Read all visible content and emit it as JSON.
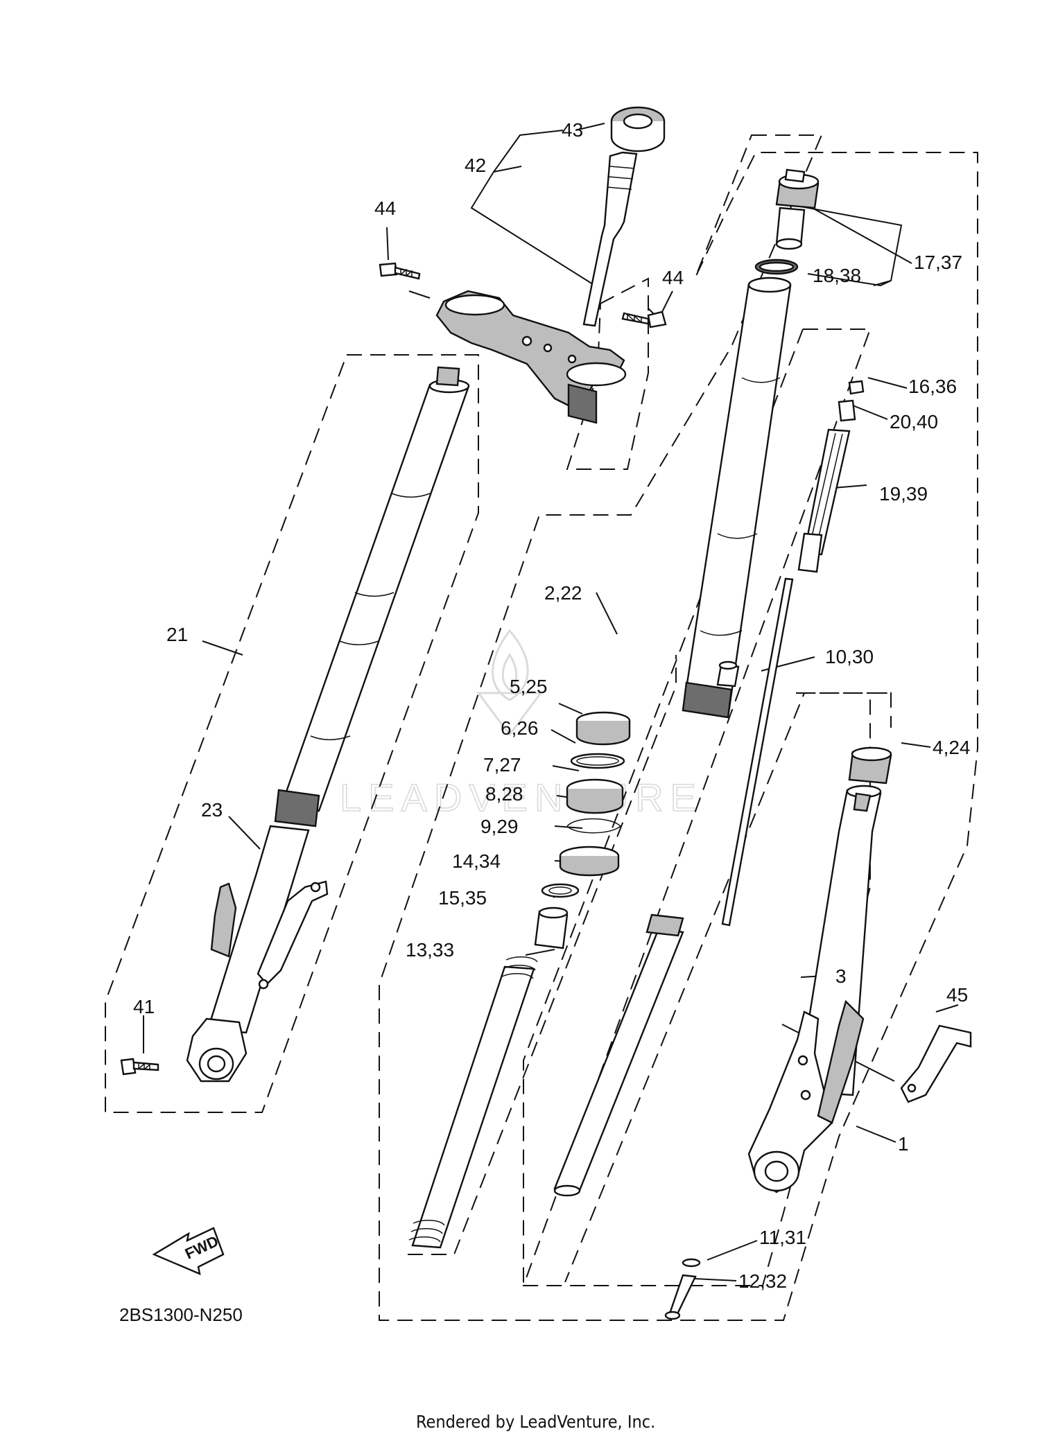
{
  "diagram": {
    "code": "2BS1300-N250",
    "fwd_label": "FWD",
    "watermark": "LEADVENTURE",
    "footer": "Rendered by LeadVenture, Inc.",
    "callouts": {
      "c1": "1",
      "c2_22": "2,22",
      "c3": "3",
      "c4_24": "4,24",
      "c5_25": "5,25",
      "c6_26": "6,26",
      "c7_27": "7,27",
      "c8_28": "8,28",
      "c9_29": "9,29",
      "c10_30": "10,30",
      "c11_31": "11,31",
      "c12_32": "12,32",
      "c13_33": "13,33",
      "c14_34": "14,34",
      "c15_35": "15,35",
      "c16_36": "16,36",
      "c17_37": "17,37",
      "c18_38": "18,38",
      "c19_39": "19,39",
      "c20_40": "20,40",
      "c21": "21",
      "c23": "23",
      "c41": "41",
      "c42": "42",
      "c43": "43",
      "c44a": "44",
      "c44b": "44",
      "c45": "45"
    }
  }
}
